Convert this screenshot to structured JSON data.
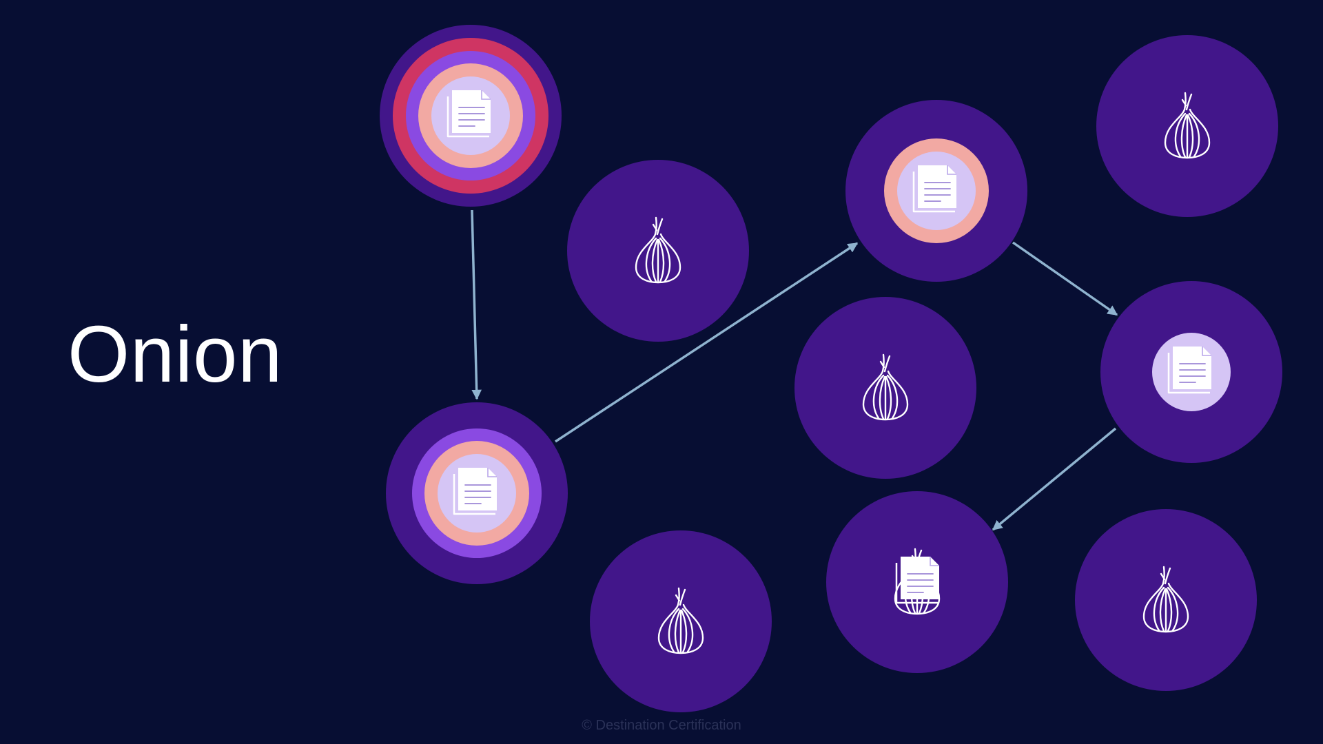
{
  "slide": {
    "title": "Onion",
    "footer": "© Destination Certification"
  },
  "colors": {
    "background": "#070e33",
    "node_fill": "#42168a",
    "arrow": "#8fb3cf",
    "layer_red": "#cf3563",
    "layer_violet": "#8a4ae2",
    "layer_peach": "#f2a9a3",
    "layer_core": "#d5c5f5",
    "icon": "#ffffff",
    "icon_line": "#9d87d6"
  },
  "diagram": {
    "nodes": [
      {
        "id": "sender",
        "role": "message",
        "layers": 3,
        "icon": "document-icon"
      },
      {
        "id": "relay-1",
        "role": "message",
        "layers": 2,
        "icon": "document-icon"
      },
      {
        "id": "relay-2",
        "role": "message",
        "layers": 1,
        "icon": "document-icon"
      },
      {
        "id": "relay-3",
        "role": "message",
        "layers": 0,
        "icon": "document-icon"
      },
      {
        "id": "destination",
        "role": "destination",
        "layers": 0,
        "icon": "onion-document-icon"
      },
      {
        "id": "onion-a",
        "role": "router",
        "layers": 0,
        "icon": "onion-icon"
      },
      {
        "id": "onion-b",
        "role": "router",
        "layers": 0,
        "icon": "onion-icon"
      },
      {
        "id": "onion-c",
        "role": "router",
        "layers": 0,
        "icon": "onion-icon"
      },
      {
        "id": "onion-d",
        "role": "router",
        "layers": 0,
        "icon": "onion-icon"
      },
      {
        "id": "onion-e",
        "role": "router",
        "layers": 0,
        "icon": "onion-icon"
      }
    ],
    "edges": [
      {
        "from": "sender",
        "to": "relay-1"
      },
      {
        "from": "relay-1",
        "to": "relay-2"
      },
      {
        "from": "relay-2",
        "to": "relay-3"
      },
      {
        "from": "relay-3",
        "to": "destination"
      }
    ]
  }
}
